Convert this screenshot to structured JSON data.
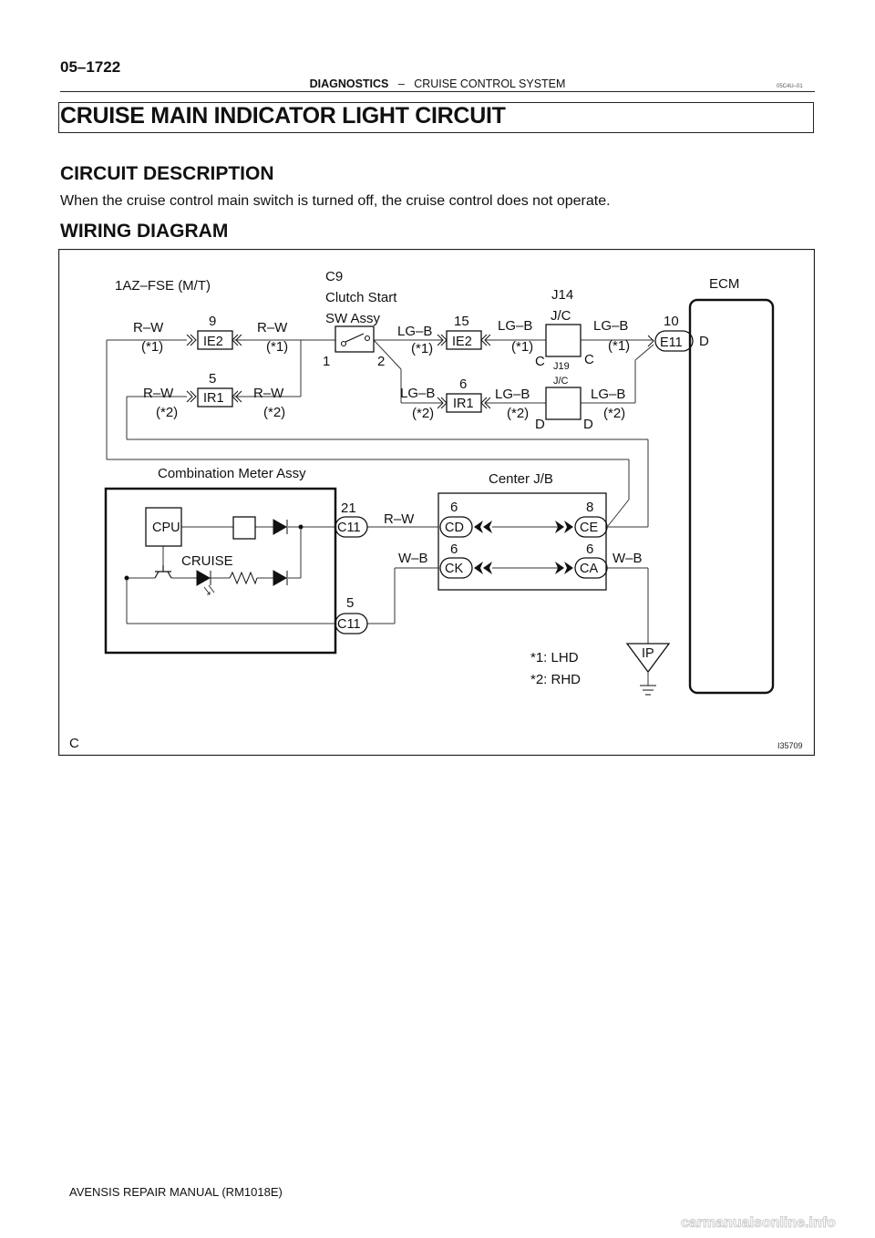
{
  "header": {
    "page_number": "05–1722",
    "section": "DIAGNOSTICS",
    "separator": "–",
    "subsection": "CRUISE CONTROL SYSTEM",
    "doc_code": "05C4U–01"
  },
  "title": "CRUISE MAIN INDICATOR LIGHT CIRCUIT",
  "circuit_description": {
    "heading": "CIRCUIT DESCRIPTION",
    "text": "When the cruise control main switch is turned off, the cruise control does not operate."
  },
  "wiring_diagram": {
    "heading": "WIRING DIAGRAM",
    "engine_label": "1AZ–FSE (M/T)",
    "clutch_switch": {
      "code": "C9",
      "name_line1": "Clutch Start",
      "name_line2": "SW Assy",
      "pin1": "1",
      "pin2": "2"
    },
    "jc_top": {
      "code": "J14",
      "name": "J/C",
      "pin_left": "C",
      "pin_right": "C"
    },
    "jc_bottom": {
      "code": "J19",
      "name": "J/C",
      "pin_left": "D",
      "pin_right": "D"
    },
    "ecm": {
      "name": "ECM",
      "connector": "E11",
      "pin": "10",
      "terminal": "D"
    },
    "connectors": {
      "ie2_left": {
        "code": "IE2",
        "pin": "9"
      },
      "ir1_left": {
        "code": "IR1",
        "pin": "5"
      },
      "ie2_right": {
        "code": "IE2",
        "pin": "15"
      },
      "ir1_right": {
        "code": "IR1",
        "pin": "6"
      },
      "c11_top": {
        "code": "C11",
        "pin": "21"
      },
      "c11_bottom": {
        "code": "C11",
        "pin": "5"
      },
      "cd": {
        "code": "CD",
        "pin": "6"
      },
      "ck": {
        "code": "CK",
        "pin": "6"
      },
      "ce": {
        "code": "CE",
        "pin": "8"
      },
      "ca": {
        "code": "CA",
        "pin": "6"
      }
    },
    "wires": {
      "rw": "R–W",
      "lgb": "LG–B",
      "wb": "W–B",
      "lhd_mark": "(*1)",
      "rhd_mark": "(*2)"
    },
    "combination_meter": {
      "name": "Combination Meter Assy",
      "cpu": "CPU",
      "indicator": "CRUISE"
    },
    "center_jb": "Center J/B",
    "ground": "IP",
    "notes": [
      "*1: LHD",
      "*2: RHD"
    ],
    "corner_letter": "C",
    "figure_id": "I35709"
  },
  "footer": {
    "manual": "AVENSIS REPAIR MANUAL   (RM1018E)",
    "watermark": "carmanualsonline.info"
  }
}
